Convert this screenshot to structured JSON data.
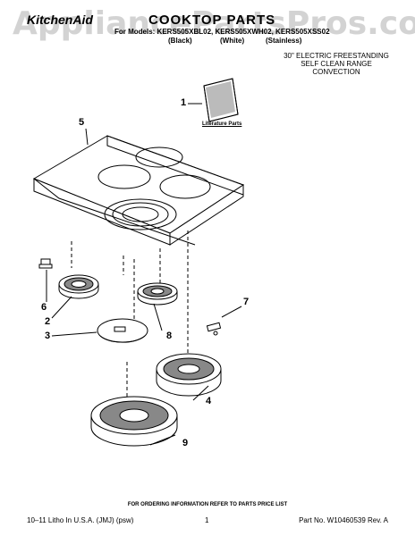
{
  "watermark": "AppliancePartsPros.com",
  "header": {
    "brand": "KitchenAid",
    "title": "COOKTOP PARTS",
    "models": "For Models: KERS505XBL02, KERS505XWH02, KERS505XSS02",
    "variants": [
      "(Black)",
      "(White)",
      "(Stainless)"
    ]
  },
  "description": [
    "30\" ELECTRIC FREESTANDING",
    "SELF CLEAN RANGE",
    "CONVECTION"
  ],
  "literature_label": "Literature Parts",
  "callouts": [
    "1",
    "2",
    "3",
    "4",
    "5",
    "6",
    "7",
    "8",
    "9"
  ],
  "order_note": "FOR ORDERING INFORMATION REFER TO PARTS PRICE LIST",
  "footer": {
    "left": "10–11 Litho In U.S.A. (JMJ) (psw)",
    "page": "1",
    "right": "Part No. W10460539 Rev. A"
  }
}
